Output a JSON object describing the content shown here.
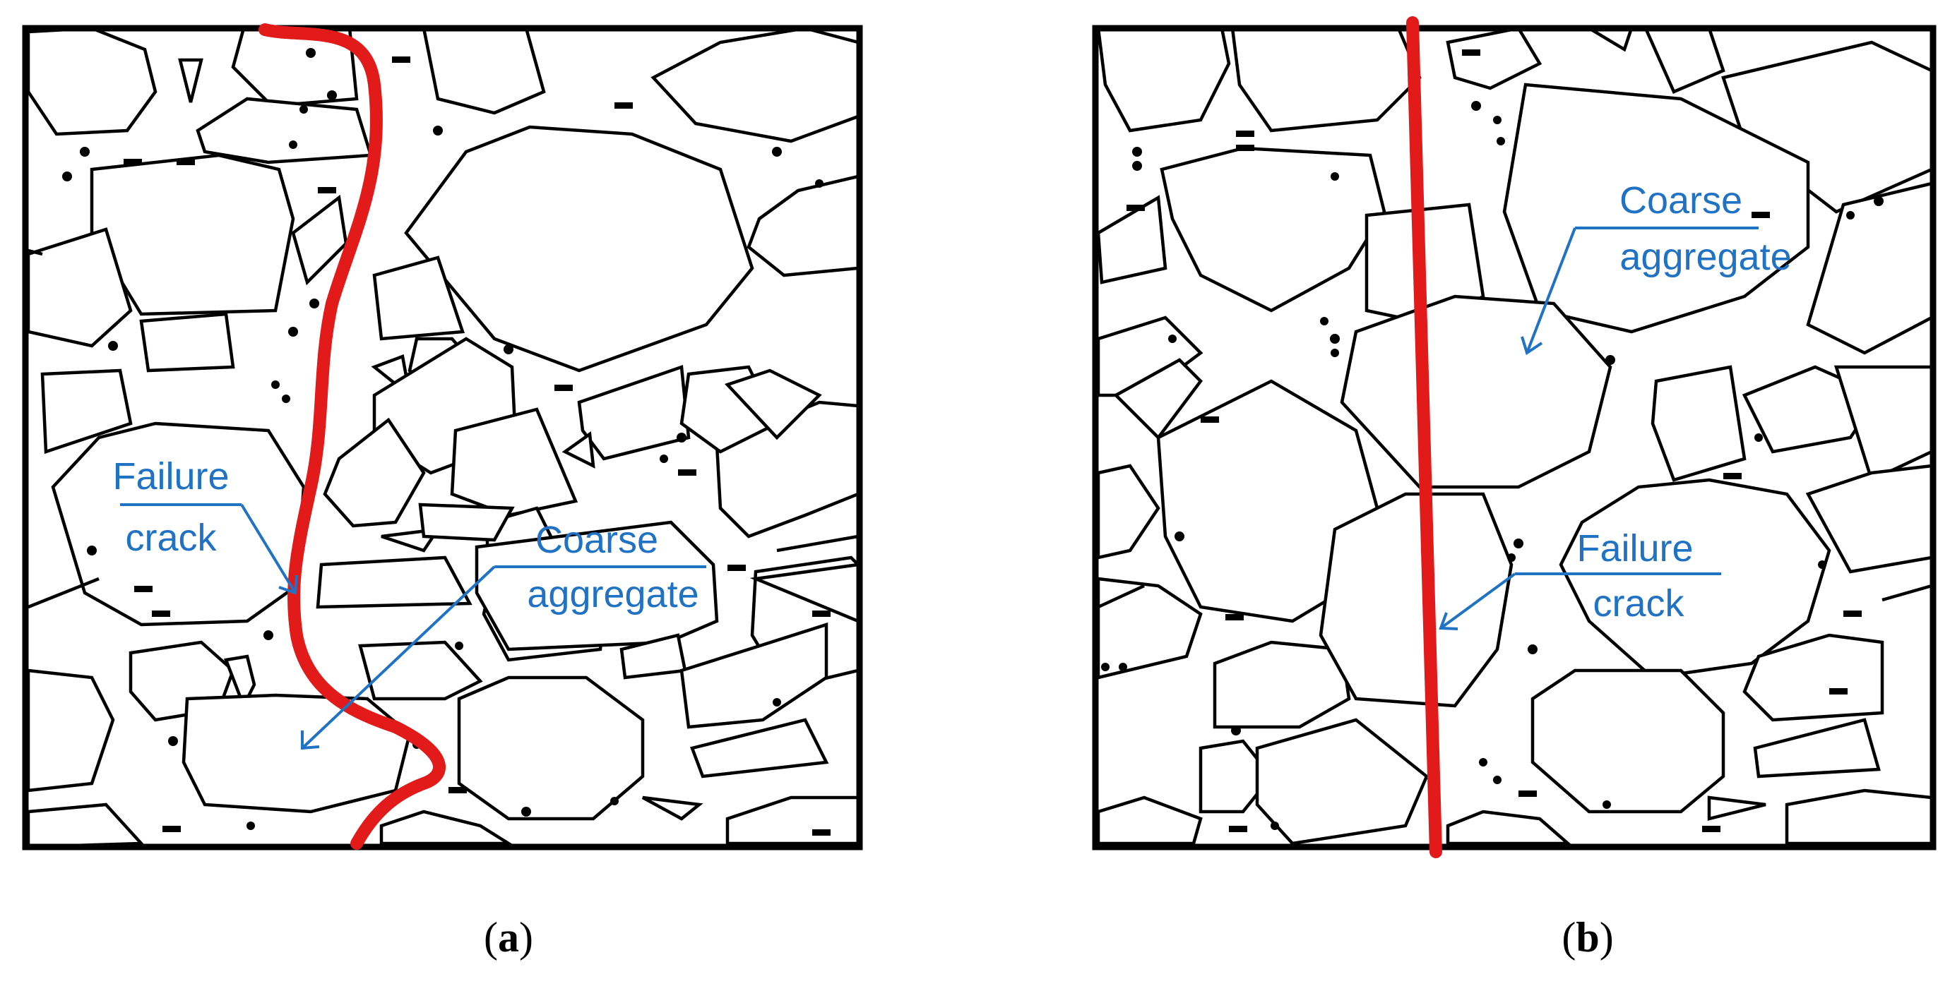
{
  "panels": [
    {
      "caption_open": "(",
      "caption_letter": "a",
      "caption_close": ")",
      "labels": {
        "failure_line1": "Failure",
        "failure_line2": "crack",
        "coarse_line1": "Coarse",
        "coarse_line2": "aggregate"
      }
    },
    {
      "caption_open": "(",
      "caption_letter": "b",
      "caption_close": ")",
      "labels": {
        "failure_line1": "Failure",
        "failure_line2": "crack",
        "coarse_line1": "Coarse",
        "coarse_line2": "aggregate"
      }
    }
  ],
  "colors": {
    "crack": "#e21a1a",
    "annotation": "#1f72c4",
    "outline": "#000000",
    "background": "#ffffff"
  }
}
